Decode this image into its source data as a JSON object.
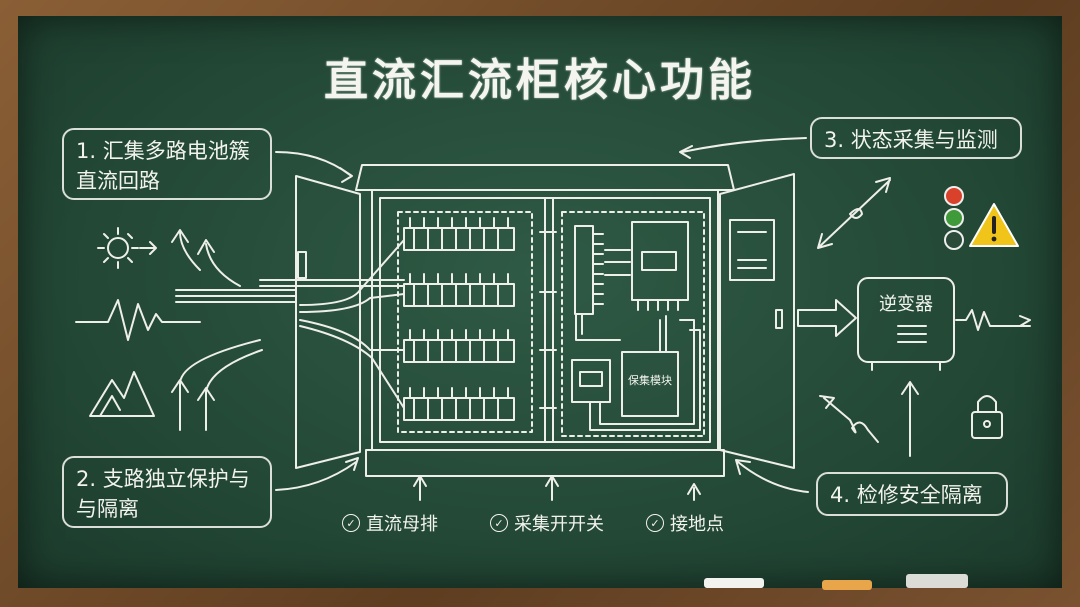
{
  "title": "直流汇流柜核心功能",
  "callouts": {
    "c1": "1. 汇集多路电池簇直流回路",
    "c2": "2. 支路独立保护与与隔离",
    "c3": "3. 状态采集与监测",
    "c4": "4. 检修安全隔离"
  },
  "module_label": "保集模块",
  "inverter_label": "逆变器",
  "features": [
    {
      "label": "直流母排",
      "icon": "check-circle-icon"
    },
    {
      "label": "采集开开关",
      "icon": "check-circle-icon"
    },
    {
      "label": "接地点",
      "icon": "check-circle-icon"
    }
  ],
  "status_lights": [
    "#d9412b",
    "#3f9a3a",
    "#e8e8e0"
  ],
  "warning_color": "#f0c419",
  "colors": {
    "board": "#244a37",
    "chalk": "#f3f3ee",
    "frame": "#6b4a2b"
  }
}
